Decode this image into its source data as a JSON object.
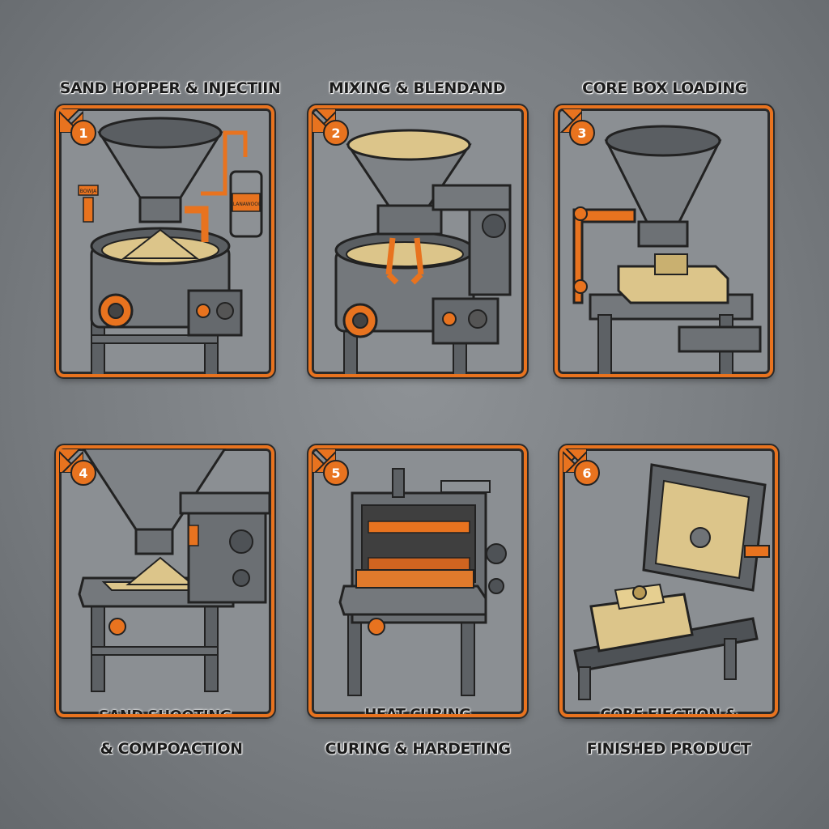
{
  "steps": [
    {
      "number": "1",
      "title": "SAND HOPPER & INJECTIIN",
      "sub": ""
    },
    {
      "number": "2",
      "title": "MIXING & BLENDAND",
      "sub": ""
    },
    {
      "number": "3",
      "title": "CORE BOX LOADING",
      "sub": ""
    },
    {
      "number": "4",
      "title": "SAND SHOOTING",
      "sub": "& COMPOACTION"
    },
    {
      "number": "5",
      "title": "HEAT CURING",
      "sub": "CURING & HARDETING"
    },
    {
      "number": "6",
      "title": "CORE EJECTION &",
      "sub": "FINISHED PRODUCT"
    }
  ],
  "tank_label": "LLANAWOOD",
  "gauge_label": "BOWJA",
  "colors": {
    "accent": "#e8731f",
    "metal": "#6f7377",
    "sand": "#dcc58a",
    "frame": "#2a2a2a"
  }
}
